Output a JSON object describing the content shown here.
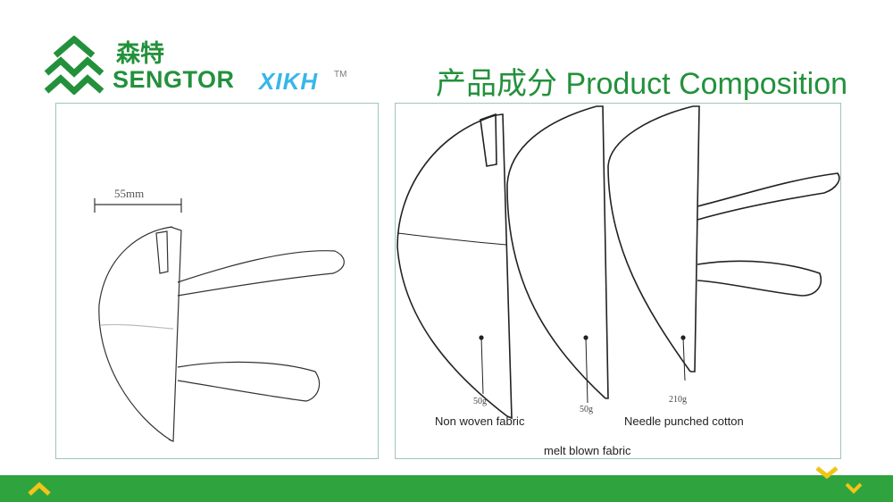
{
  "brand": {
    "logo_icon": "sengtor-mountain-logo-icon",
    "name_cn": "森特",
    "name_en": "SENGTOR",
    "partner_logo": "XIKH",
    "trademark": "TM"
  },
  "title": "产品成分 Product Composition",
  "left_panel": {
    "dimension_label": "55mm"
  },
  "right_panel": {
    "layers": [
      {
        "weight": "50g",
        "name": "Non woven fabric"
      },
      {
        "weight": "50g",
        "name": "melt blown fabric"
      },
      {
        "weight": "210g",
        "name": "Needle punched cotton"
      }
    ]
  },
  "footer": {
    "left_icon": "chevron-up-icon",
    "right_icon": "chevron-down-double-icon"
  },
  "colors": {
    "brand_green": "#23913b",
    "footer_green": "#2fa43e",
    "partner_blue": "#38b6ec",
    "chevron_yellow": "#f2c418",
    "panel_border": "#9fc7b4"
  }
}
